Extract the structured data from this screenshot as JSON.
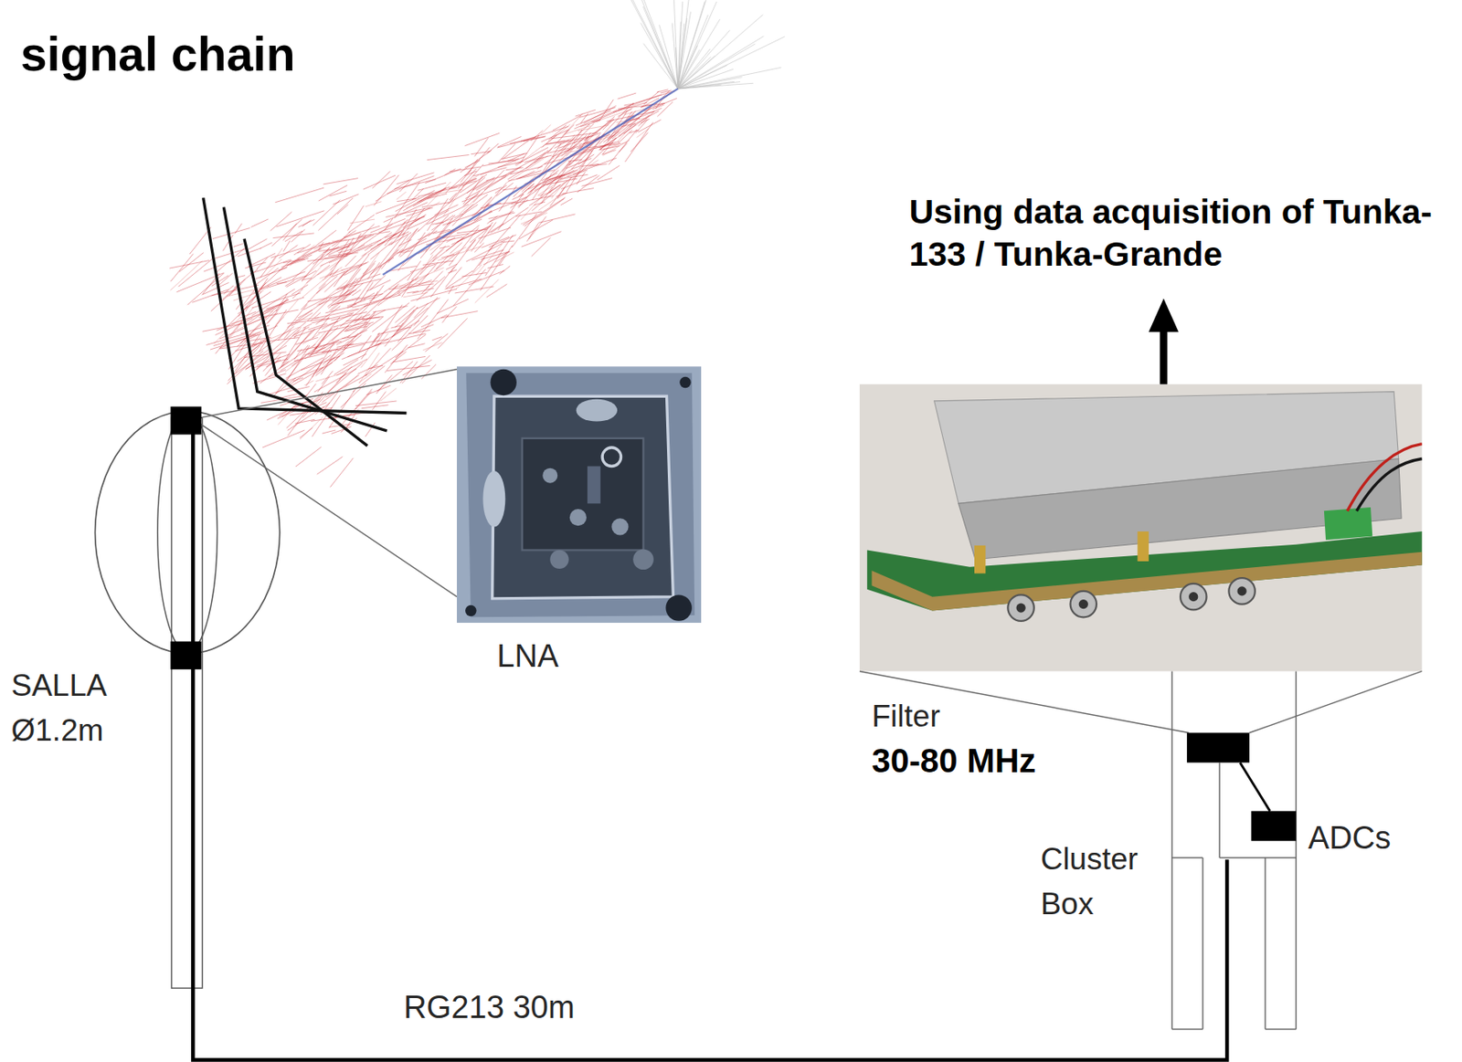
{
  "diagram": {
    "title": "signal chain",
    "labels": [
      "Using data acquisition of Tunka-133 / Tunka-Grande",
      "LNA",
      "SALLA Ø1.2m",
      "Filter",
      "30-80 MHz",
      "Cluster Box",
      "ADCs",
      "RG213 30m"
    ]
  }
}
